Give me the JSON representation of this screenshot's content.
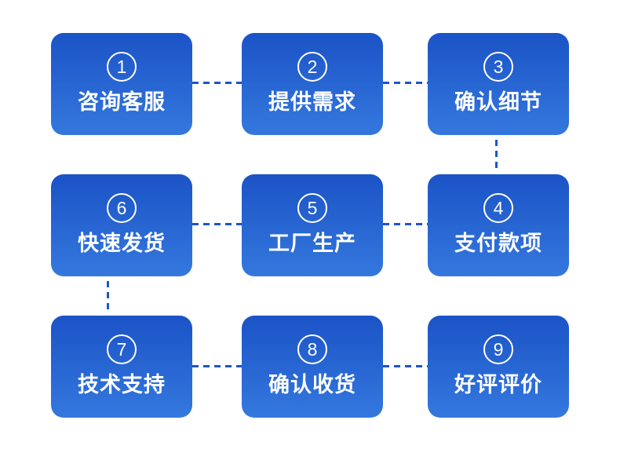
{
  "diagram": {
    "type": "process-flow",
    "rows": 3,
    "cols": 3,
    "flow_order_note": "row1 left-to-right 1-2-3, down to 4, row2 right-to-left 4-5-6, down to 7, row3 left-to-right 7-8-9"
  },
  "colors": {
    "box_gradient_top": "#1b53c6",
    "box_gradient_bottom": "#3478de",
    "connector": "#1d55c8",
    "text_on_box": "#ffffff",
    "page_bg": "#ffffff"
  },
  "steps": [
    {
      "number": "1",
      "label": "咨询客服"
    },
    {
      "number": "2",
      "label": "提供需求"
    },
    {
      "number": "3",
      "label": "确认细节"
    },
    {
      "number": "4",
      "label": "支付款项"
    },
    {
      "number": "5",
      "label": "工厂生产"
    },
    {
      "number": "6",
      "label": "快速发货"
    },
    {
      "number": "7",
      "label": "技术支持"
    },
    {
      "number": "8",
      "label": "确认收货"
    },
    {
      "number": "9",
      "label": "好评评价"
    }
  ]
}
